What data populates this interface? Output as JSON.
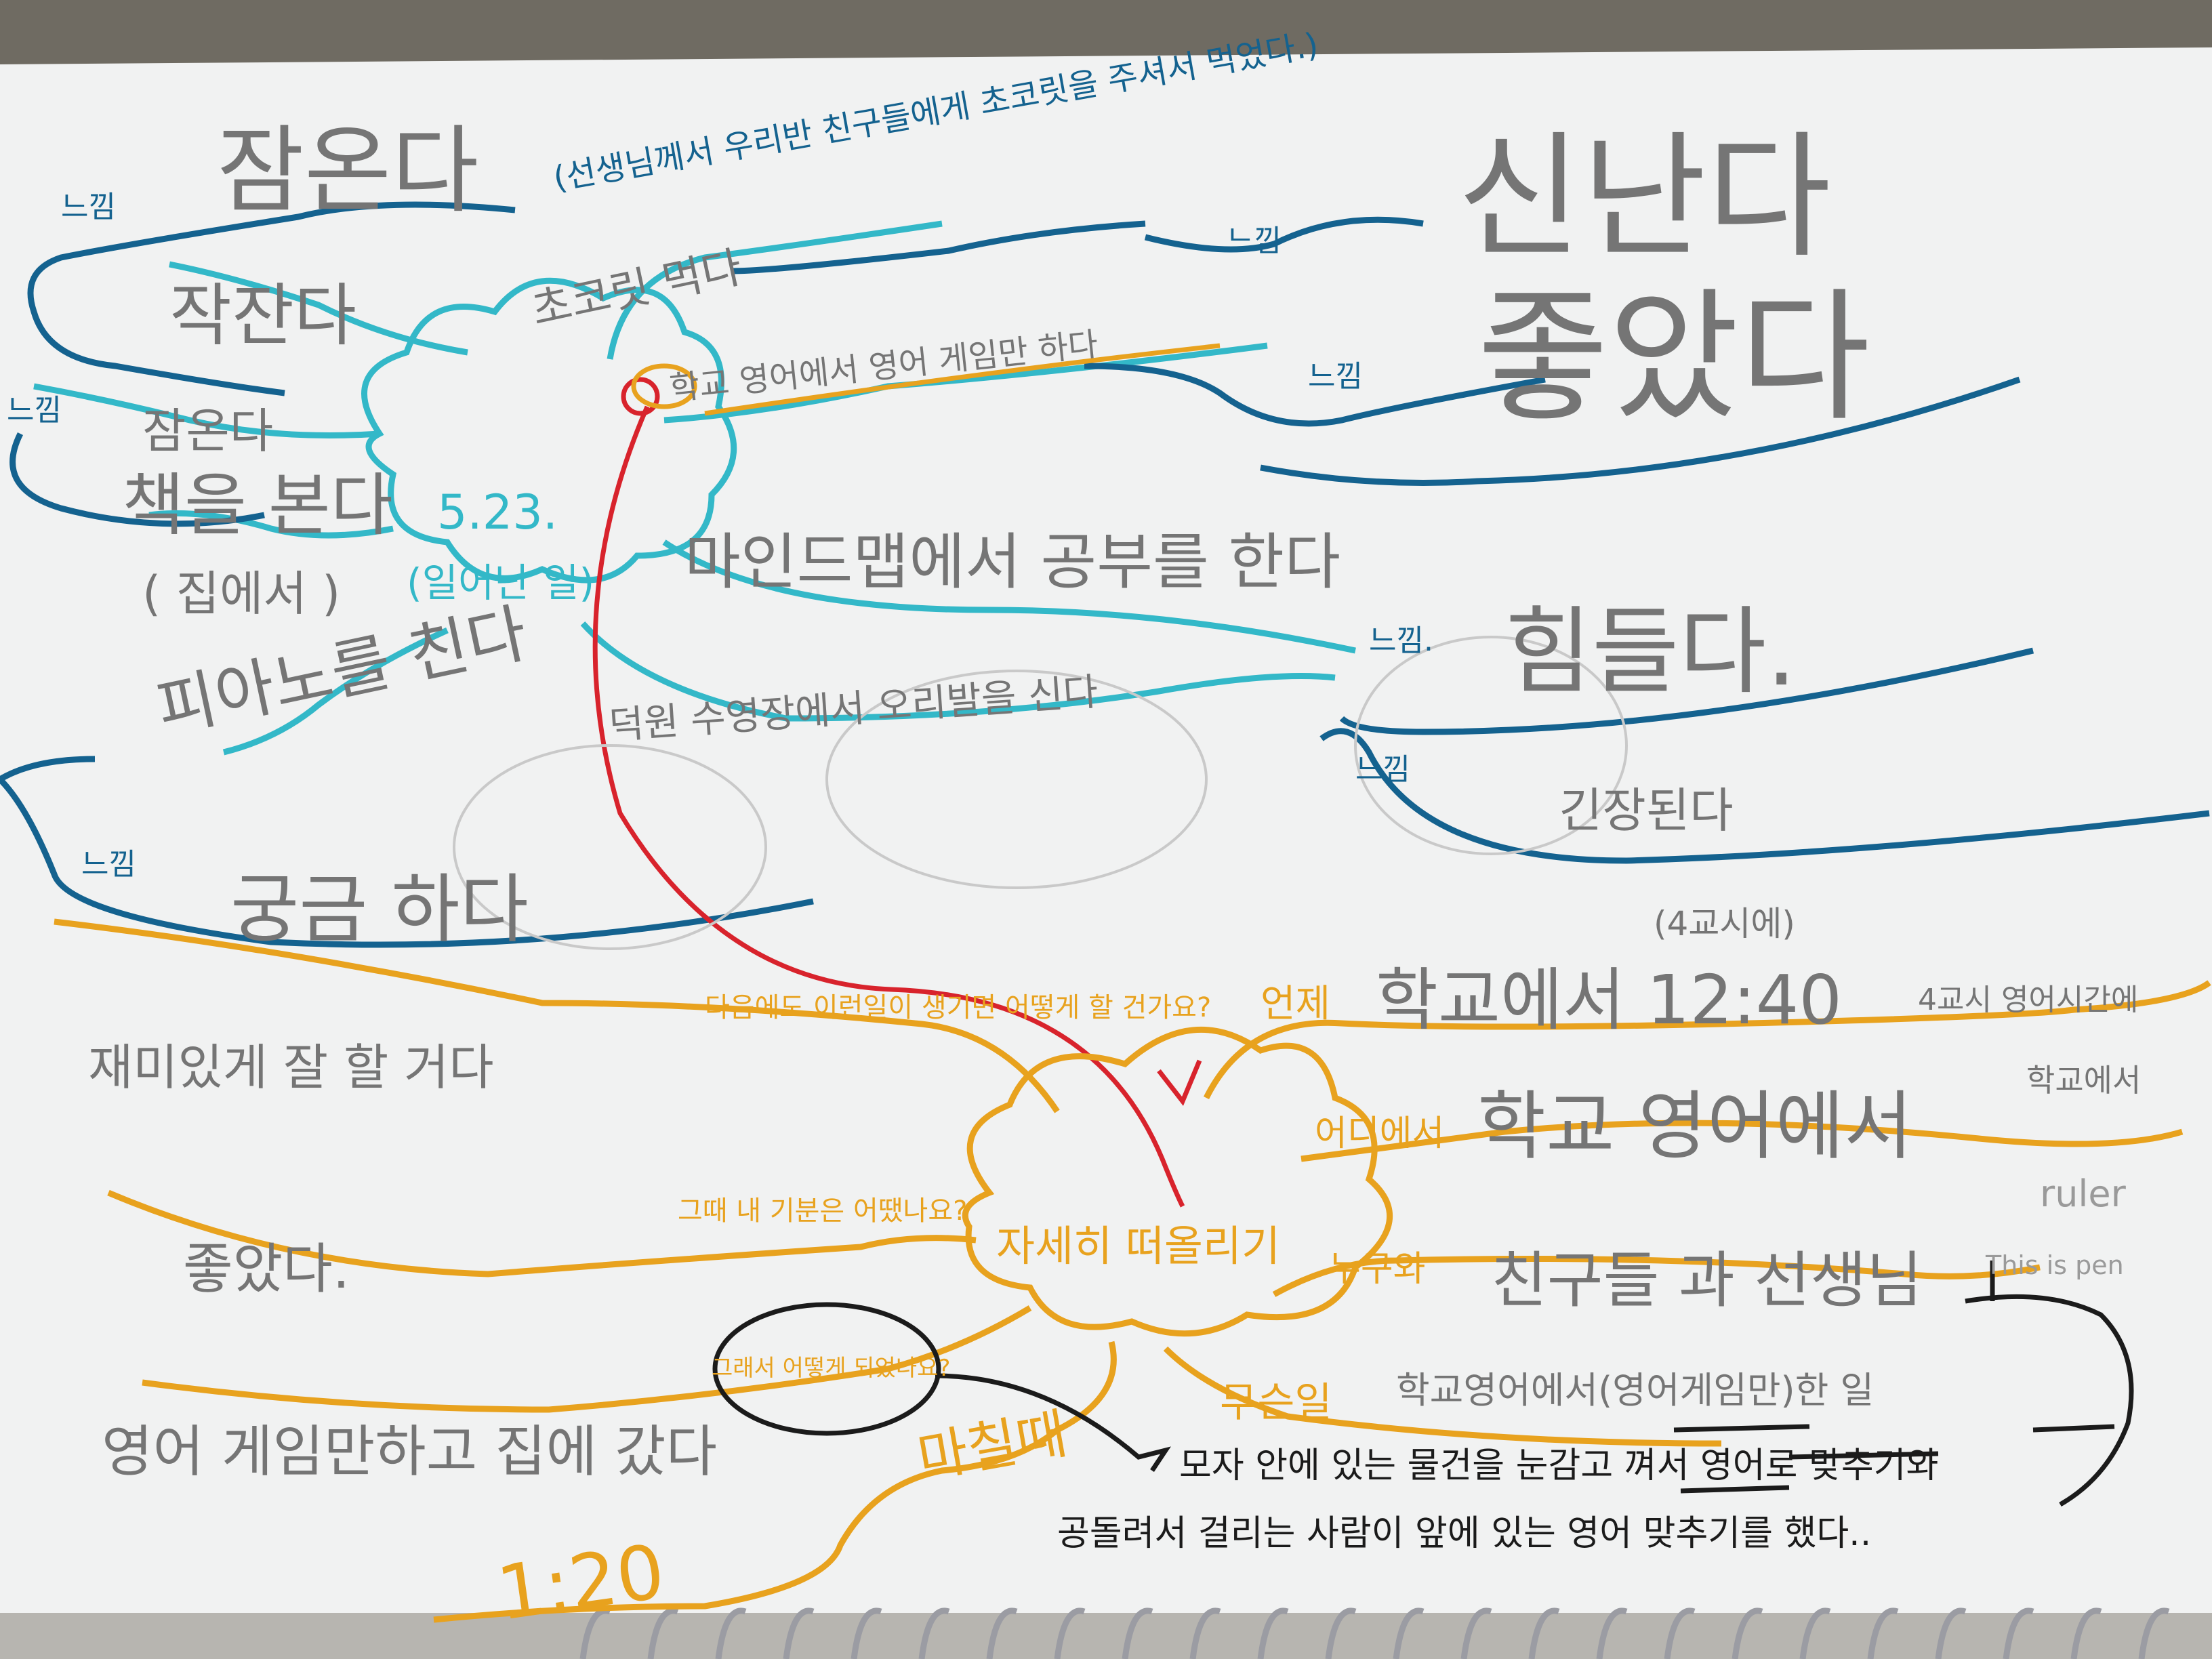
{
  "colors": {
    "teal": "#33b8c8",
    "blue": "#14628f",
    "orange": "#e8a21e",
    "red": "#d8232c",
    "black": "#1b1b1b",
    "pencil": "#757575",
    "paper": "#f1f2f2",
    "table": "#6f6b62"
  },
  "center_top": {
    "date": "5.23.",
    "label": "(일어난 일)"
  },
  "center_bottom": {
    "label": "자세히 떠올리기"
  },
  "top_left": {
    "feel1_tag": "느낌",
    "feel1_word": "잠온다",
    "branch1": "작잔다",
    "feel2_tag": "느낌",
    "feel2_word": "잠온다",
    "branch2": "책을 본다",
    "branch2_note": "( 집에서 )",
    "branch3": "피아노를 친다",
    "feel3_tag": "느낌",
    "feel3_word": "궁금 하다"
  },
  "top_right": {
    "note": "(선생님께서 우리반 친구들에게 초코릿을 주셔서 먹었다.)",
    "branch1": "초코릿 먹다",
    "feel1_tag": "느낌",
    "feel1_word": "신난다",
    "branch2": "학교 영어에서 영어 게임만 하다",
    "feel2_tag": "느낌",
    "feel2_word": "좋았다",
    "branch3": "마인드맵에서 공부를 한다",
    "feel3_tag": "느낌.",
    "feel3_word": "힘들다.",
    "branch4": "덕원 수영장에서 오리발을 신다",
    "feel4_tag": "느낌",
    "feel4_word": "긴장된다"
  },
  "bottom": {
    "q1": "다음에도 이런일이 생기면 어떻게 할 건가요?",
    "q1_answer": "재미있게 잘 할 거다",
    "q2": "그때 내 기분은 어땠나요?",
    "q2_answer": "좋았다.",
    "q3": "그래서 어떻게 되었나요?",
    "q3_answer": "영어 게임만하고 집에 갔다",
    "finish_label": "마칠때",
    "finish_time": "1:20",
    "when_label": "언제",
    "when_value": "학교에서 12:40",
    "when_note": "(4교시에)",
    "when_note2": "4교시 영어시간에",
    "where_label": "어디에서",
    "where_value": "학교 영어에서",
    "where_note": "학교에서",
    "who_label": "누구와",
    "who_value": "친구들 과 선생님",
    "what_label": "무슨일",
    "what_value": "학교영어에서(영어게임만)한 일",
    "detail_line1": "모자 안에 있는 물건을 눈감고 껴서 영어로 맞추기와",
    "detail_line2": "공돌려서 걸리는 사람이 앞에 있는 영어 맞추기를 했다..",
    "english_ruler": "ruler",
    "english_pen": "This is pen"
  }
}
